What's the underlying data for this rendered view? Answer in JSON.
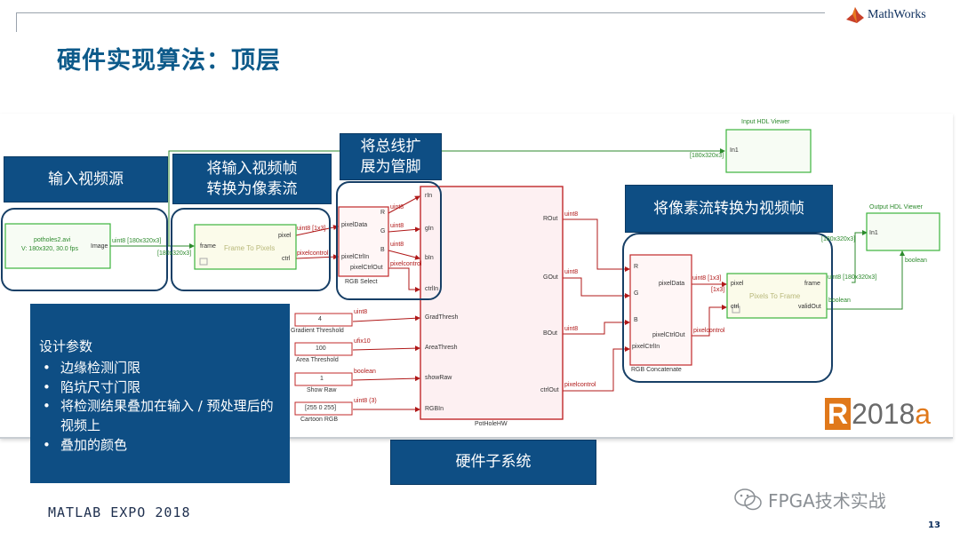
{
  "slide": {
    "title": "硬件实现算法：顶层",
    "brand": "MathWorks",
    "event": "MATLAB EXPO 2018",
    "page_number": "13",
    "version": {
      "r": "R",
      "num": "2018",
      "a": "a"
    },
    "watermark": "FPGA技术实战"
  },
  "callouts": {
    "input_source": "输入视频源",
    "frame_to_pixels": "将输入视频帧\n转换为像素流",
    "bus_expand": "将总线扩\n展为管脚",
    "pixels_to_frame": "将像素流转换为视频帧",
    "hw_subsystem": "硬件子系统"
  },
  "params": {
    "heading": "设计参数",
    "items": [
      "边缘检测门限",
      "陷坑尺寸门限",
      "将检测结果叠加在输入 / 预处理后的视频上",
      "叠加的颜色"
    ]
  },
  "blocks": {
    "source": {
      "line1": "potholes2.avi",
      "line2": "V: 180x320, 30.0 fps",
      "port": "Image"
    },
    "f2p": {
      "name": "Frame To Pixels",
      "in": "frame",
      "out1": "pixel",
      "out2": "ctrl"
    },
    "rgbsel": {
      "name": "RGB Select",
      "in1": "pixelData",
      "in2": "pixelCtrlIn",
      "o1": "R",
      "o2": "G",
      "o3": "B",
      "o4": "pixelCtrlOut"
    },
    "pothole": {
      "name": "PotHoleHW",
      "in1": "rIn",
      "in2": "gIn",
      "in3": "bIn",
      "in4": "ctrlIn",
      "in5": "GradThresh",
      "in6": "AreaThresh",
      "in7": "showRaw",
      "in8": "RGBIn",
      "out1": "ROut",
      "out2": "GOut",
      "out3": "BOut",
      "out4": "ctrlOut"
    },
    "consts": [
      {
        "value": "4",
        "label": "Gradient Threshold",
        "type": "uint8"
      },
      {
        "value": "100",
        "label": "Area Threshold",
        "type": "ufix10"
      },
      {
        "value": "1",
        "label": "Show Raw",
        "type": "boolean"
      },
      {
        "value": "[255 0 255]",
        "label": "Cartoon RGB",
        "type": "uint8 (3)"
      }
    ],
    "concat": {
      "name": "RGB Concatenate",
      "i1": "R",
      "i2": "G",
      "i3": "B",
      "i4": "pixelCtrlIn",
      "o1": "pixelData",
      "o2": "pixelCtrlOut"
    },
    "p2f": {
      "name": "Pixels To Frame",
      "in1": "pixel",
      "in2": "ctrl",
      "out1": "frame",
      "out2": "validOut"
    },
    "input_viewer": {
      "name": "Input HDL Viewer",
      "port": "In1"
    },
    "output_viewer": {
      "name": "Output HDL Viewer",
      "port": "In1"
    }
  },
  "signals": {
    "s1": "uint8 [180x320x3]",
    "s2": "[180x320x3]",
    "s3": "[180x320x3]",
    "s4": "uint8 [1x3]",
    "s5": "pixelcontrol",
    "u8": "uint8",
    "pc": "pixelcontrol",
    "s13": "[1x3]",
    "s14": "uint8 [180x320x3]",
    "bool": "boolean",
    "s16": "[180x320x3]"
  },
  "colors": {
    "accent": "#0e4e84",
    "title": "#0d5a8a",
    "block_green": "#3cb33c",
    "block_red": "#c0282a",
    "port_red": "#b01818",
    "logo_orange": "#e0781a"
  }
}
